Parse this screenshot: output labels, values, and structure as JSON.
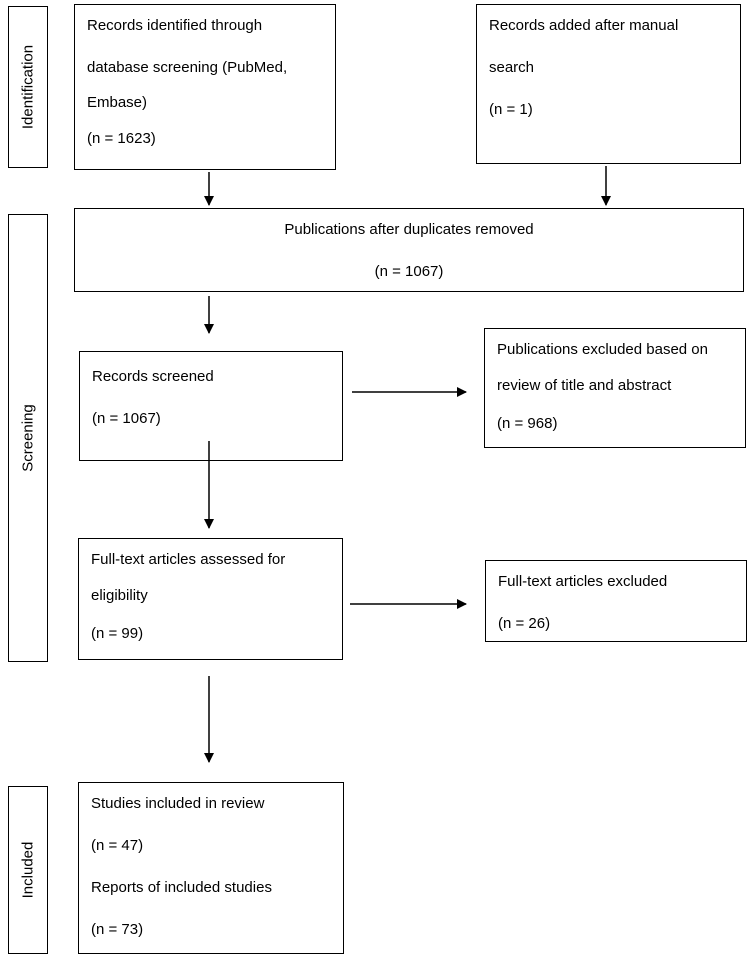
{
  "phases": {
    "identification": "Identification",
    "screening": "Screening",
    "included": "Included"
  },
  "boxes": {
    "database": {
      "line1": "Records identified through",
      "line2": "database screening (PubMed,",
      "line3": "Embase)",
      "count": "(n = 1623)"
    },
    "manual": {
      "line1": "Records added after manual",
      "line2": "search",
      "count": "(n = 1)"
    },
    "duplicates": {
      "label": "Publications after duplicates removed",
      "count": "(n = 1067)"
    },
    "screened": {
      "label": "Records screened",
      "count": "(n = 1067)"
    },
    "excluded_title": {
      "line1": "Publications excluded based on",
      "line2": "review of title and abstract",
      "count": "(n = 968)"
    },
    "fulltext": {
      "line1": "Full-text articles assessed for",
      "line2": "eligibility",
      "count": "(n = 99)"
    },
    "fulltext_excluded": {
      "label": "Full-text articles excluded",
      "count": "(n = 26)"
    },
    "included": {
      "studies": "Studies included in review",
      "studies_count": "(n = 47)",
      "reports": "Reports of included studies",
      "reports_count": "(n = 73)"
    }
  },
  "colors": {
    "line": "#000000",
    "background": "#ffffff"
  }
}
